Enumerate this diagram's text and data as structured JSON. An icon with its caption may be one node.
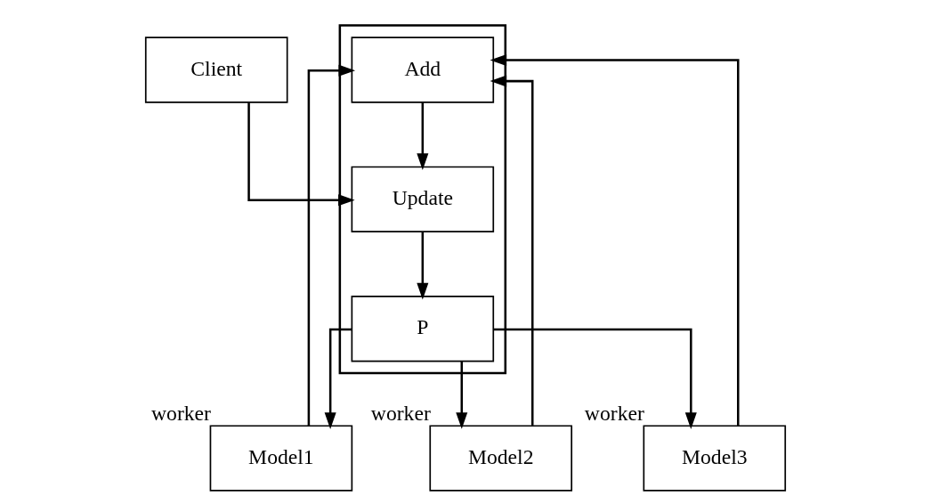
{
  "diagram": {
    "nodes": [
      {
        "text": [],
        "shape": "box"
      },
      {
        "text": [
          "Add"
        ],
        "in": 0
      },
      {
        "text": [
          "Update"
        ],
        "in": 0
      },
      {
        "text": [
          "P"
        ],
        "in": 0
      },
      {
        "text": [
          "Client"
        ]
      },
      {
        "text": [
          "Model1"
        ],
        "beside": [
          "worker"
        ]
      },
      {
        "text": [
          "Model2"
        ],
        "beside": [
          "worker"
        ]
      },
      {
        "text": [
          "Model3"
        ],
        "beside": [
          "worker"
        ]
      }
    ],
    "edges": [
      {
        "from": 1,
        "to": 2,
        "arrow": "to"
      },
      {
        "from": 4,
        "to": 2,
        "arrow": "to"
      },
      {
        "from": 2,
        "to": 3,
        "arrow": "to"
      },
      {
        "from": 5,
        "to": 1,
        "arrow": "to"
      },
      {
        "from": 6,
        "to": 1,
        "arrow": "to"
      },
      {
        "from": 7,
        "to": 1,
        "arrow": "to"
      },
      {
        "from": 3,
        "to": 5,
        "arrow": "to"
      },
      {
        "from": 3,
        "to": 6,
        "arrow": "to"
      },
      {
        "from": 3,
        "to": 7,
        "arrow": "to"
      }
    ]
  }
}
